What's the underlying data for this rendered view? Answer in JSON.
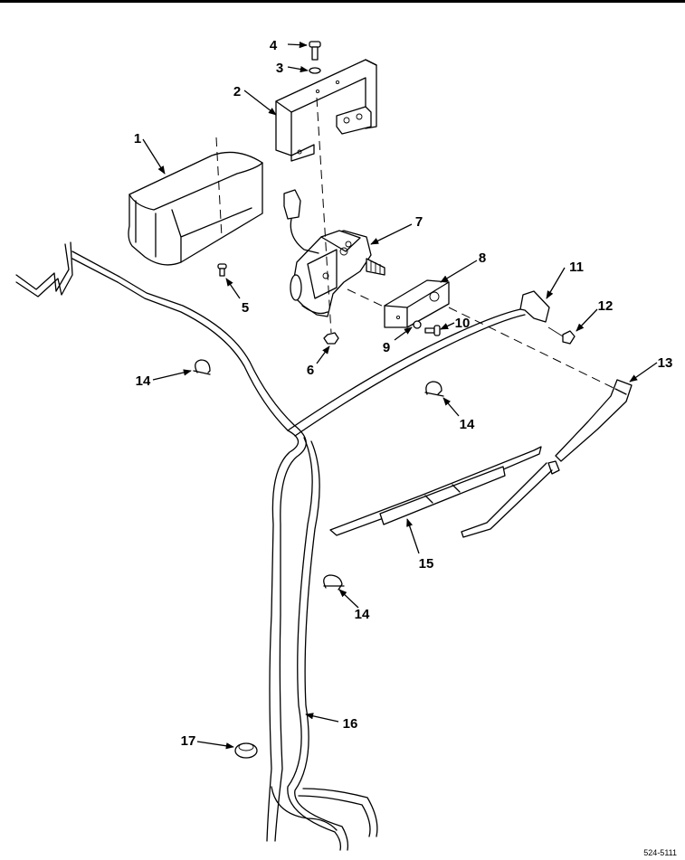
{
  "callouts": {
    "c1": "1",
    "c2": "2",
    "c3": "3",
    "c4": "4",
    "c5": "5",
    "c6": "6",
    "c7": "7",
    "c8": "8",
    "c9": "9",
    "c10": "10",
    "c11": "11",
    "c12": "12",
    "c13": "13",
    "c14a": "14",
    "c14b": "14",
    "c14c": "14",
    "c15": "15",
    "c16": "16",
    "c17": "17"
  },
  "figure_id": "524-5111",
  "colors": {
    "line": "#000000",
    "background": "#ffffff"
  }
}
